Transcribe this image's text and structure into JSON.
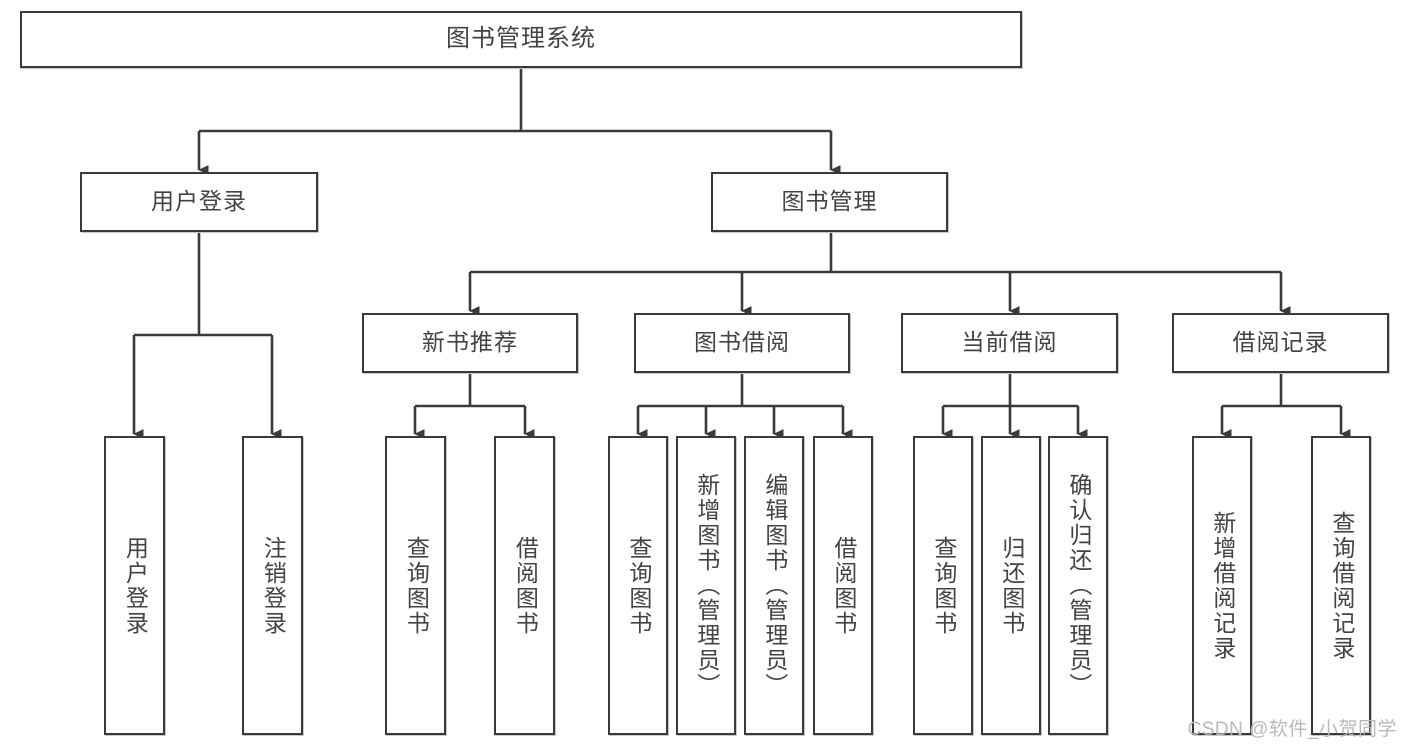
{
  "diagram": {
    "type": "tree-hierarchy",
    "title": "图书管理系统",
    "watermark": "CSDN @软件_小贺同学",
    "colors": {
      "box_border": "#3a3a3a",
      "box_fill": "#ffffff",
      "text": "#434343",
      "connector": "#3a3a3a",
      "watermark": "#b9b9b9",
      "page_background": "#ffffff"
    },
    "root": {
      "label": "图书管理系统"
    },
    "level2": [
      {
        "label": "用户登录"
      },
      {
        "label": "图书管理"
      }
    ],
    "level3": [
      {
        "label": "新书推荐"
      },
      {
        "label": "图书借阅"
      },
      {
        "label": "当前借阅"
      },
      {
        "label": "借阅记录"
      }
    ],
    "leaves": {
      "user_login": [
        {
          "label": "用户登录"
        },
        {
          "label": "注销登录"
        }
      ],
      "new_book_recommend": [
        {
          "label": "查询图书"
        },
        {
          "label": "借阅图书"
        }
      ],
      "book_borrow": [
        {
          "label": "查询图书"
        },
        {
          "label": "新增图书（管理员）"
        },
        {
          "label": "编辑图书（管理员）"
        },
        {
          "label": "借阅图书"
        }
      ],
      "current_borrow": [
        {
          "label": "查询图书"
        },
        {
          "label": "归还图书"
        },
        {
          "label": "确认归还（管理员）"
        }
      ],
      "borrow_record": [
        {
          "label": "新增借阅记录"
        },
        {
          "label": "查询借阅记录"
        }
      ]
    }
  }
}
